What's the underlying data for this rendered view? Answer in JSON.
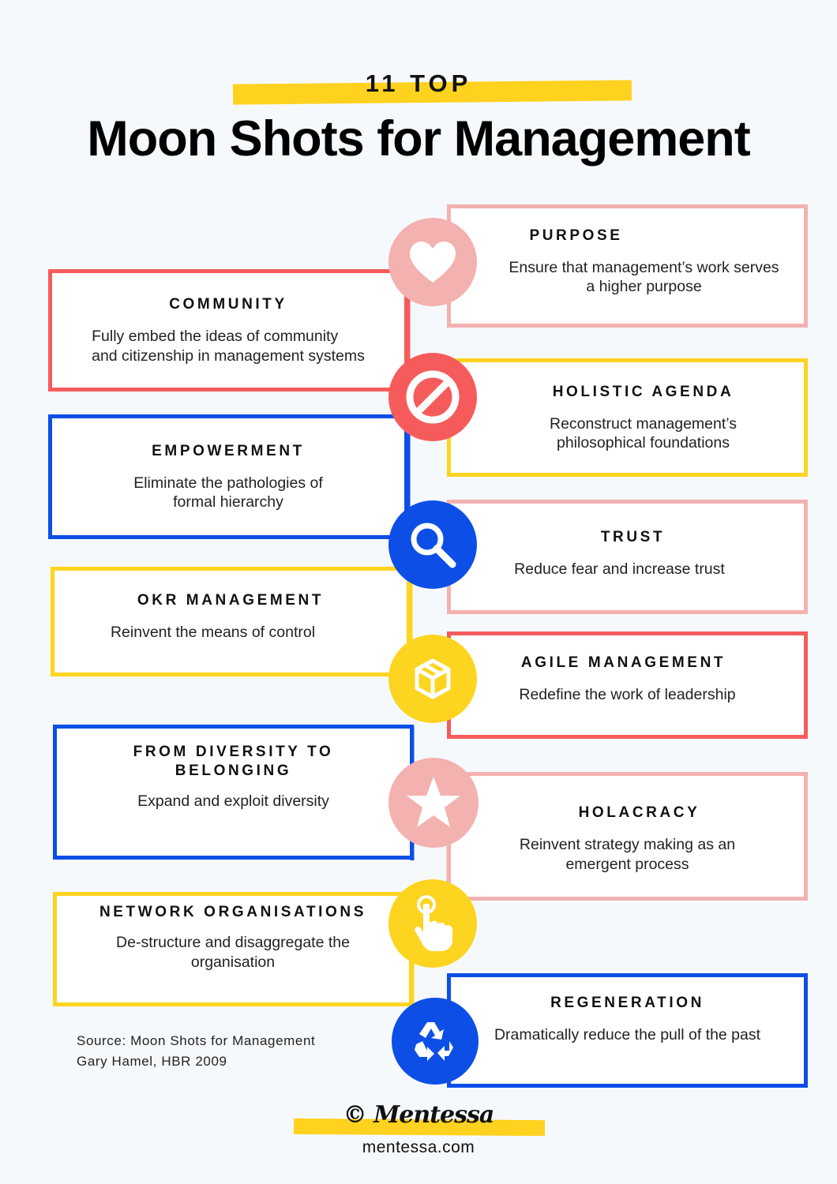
{
  "header": {
    "subtitle": "11 TOP",
    "title": "Moon Shots for Management"
  },
  "items": {
    "purpose": {
      "head": "PURPOSE",
      "desc_1": "Ensure that management’s work serves",
      "desc_2": "a higher purpose"
    },
    "community": {
      "head": "COMMUNITY",
      "desc_1": "Fully embed the ideas of community",
      "desc_2": "and citizenship in management systems"
    },
    "holistic": {
      "head": "HOLISTIC AGENDA",
      "desc_1": "Reconstruct management’s",
      "desc_2": "philosophical foundations"
    },
    "empowerment": {
      "head": "EMPOWERMENT",
      "desc_1": "Eliminate the pathologies of",
      "desc_2": "formal hierarchy"
    },
    "trust": {
      "head": "TRUST",
      "desc_1": "Reduce fear and increase trust"
    },
    "okr": {
      "head": "OKR MANAGEMENT",
      "desc_1": "Reinvent the means of control"
    },
    "agile": {
      "head": "AGILE MANAGEMENT",
      "desc_1": "Redefine the work of leadership"
    },
    "diversity": {
      "head_1": "FROM DIVERSITY TO",
      "head_2": "BELONGING",
      "desc_1": "Expand and exploit diversity"
    },
    "holacracy": {
      "head": "HOLACRACY",
      "desc_1": "Reinvent strategy making as an",
      "desc_2": "emergent process"
    },
    "network": {
      "head": "NETWORK ORGANISATIONS",
      "desc_1": "De-structure and disaggregate the",
      "desc_2": "organisation"
    },
    "regeneration": {
      "head": "REGENERATION",
      "desc_1": "Dramatically reduce the pull of the past"
    }
  },
  "icons": [
    "heart-icon",
    "prohibited-icon",
    "magnifier-icon",
    "cube-icon",
    "star-icon",
    "pointer-hand-icon",
    "recycle-icon"
  ],
  "source": {
    "line_1": "Source: Moon Shots for Management",
    "line_2": "Gary Hamel, HBR 2009"
  },
  "footer": {
    "logo": "© Mentessa",
    "site": "mentessa.com"
  },
  "colors": {
    "red": "#f65b5b",
    "pink": "#f3b1b0",
    "yellow": "#fdd41f",
    "blue": "#0d4fe6",
    "highlight": "#ffd21f"
  }
}
